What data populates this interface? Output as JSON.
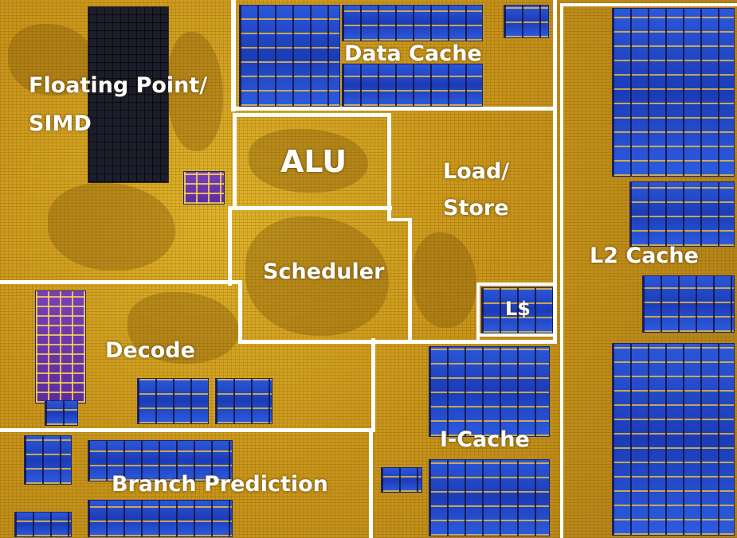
{
  "labels": {
    "floating_point_line1": "Floating Point/",
    "floating_point_line2": "SIMD",
    "data_cache": "Data Cache",
    "alu": "ALU",
    "load_store_line1": "Load/",
    "load_store_line2": "Store",
    "scheduler": "Scheduler",
    "ls": "L$",
    "decode": "Decode",
    "l2_cache": "L2 Cache",
    "icache": "I-Cache",
    "branch_prediction": "Branch Prediction"
  },
  "colors": {
    "die_gold": "#c9951a",
    "sram_blue": "#1b3cb8",
    "divider_white": "#ffffff",
    "label_white": "#ffffff"
  }
}
